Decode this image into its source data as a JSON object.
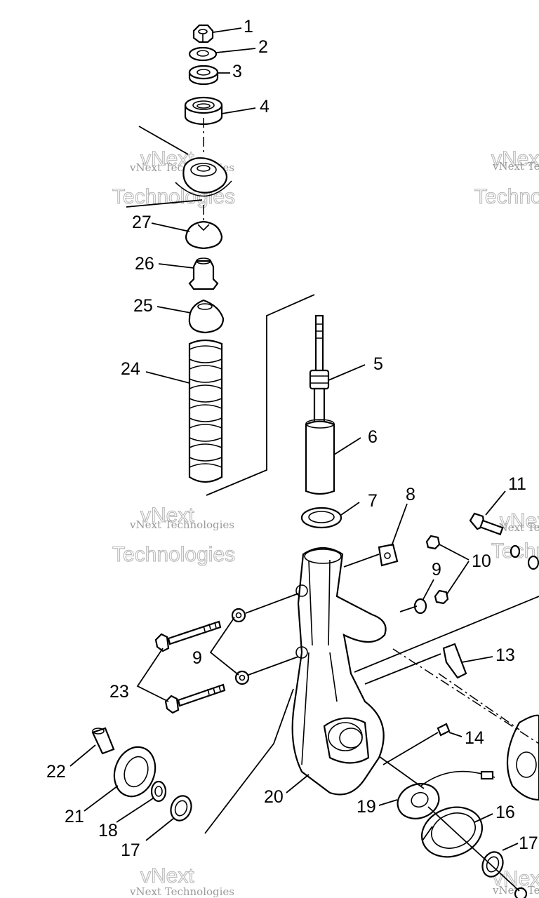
{
  "watermark": {
    "line1": "vNext Technologies",
    "line2": "vNext",
    "line3": "Technologies"
  },
  "callouts": {
    "c1": "1",
    "c2": "2",
    "c3": "3",
    "c4": "4",
    "c5": "5",
    "c6": "6",
    "c7": "7",
    "c8": "8",
    "c9a": "9",
    "c9b": "9",
    "c10": "10",
    "c11": "11",
    "c13": "13",
    "c14": "14",
    "c16": "16",
    "c17a": "17",
    "c17b": "17",
    "c18": "18",
    "c19": "19",
    "c20": "20",
    "c21": "21",
    "c22": "22",
    "c23": "23",
    "c24": "24",
    "c25": "25",
    "c26": "26",
    "c27": "27"
  }
}
